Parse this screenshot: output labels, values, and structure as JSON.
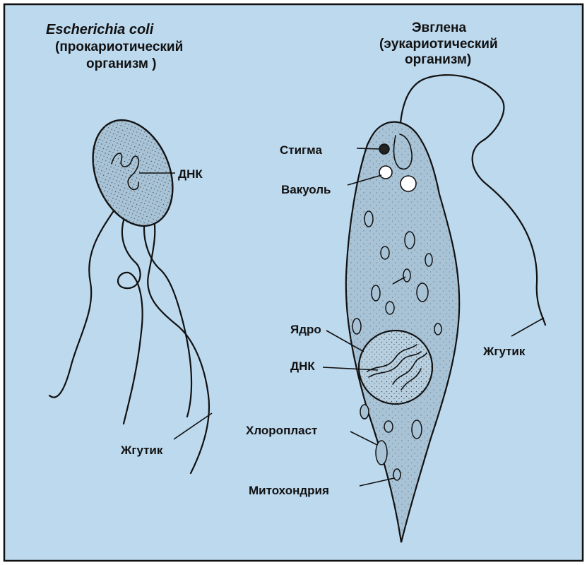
{
  "ecoli": {
    "title": "Escherichia coli",
    "subtitle_1": "(прокариотический",
    "subtitle_2": "организм )",
    "dna_label": "ДНК",
    "flagellum_label": "Жгутик"
  },
  "euglena": {
    "title": "Эвглена",
    "subtitle_1": "(эукариотический",
    "subtitle_2": "организм)",
    "stigma_label": "Стигма",
    "vacuole_label": "Вакуоль",
    "nucleus_label": "Ядро",
    "dna_label": "ДНК",
    "chloroplast_label": "Хлоропласт",
    "mitochondria_label": "Митохондрия",
    "flagellum_label": "Жгутик"
  },
  "colors": {
    "background": "#bdd9ee",
    "cell_fill": "#a9c3d6",
    "frame": "#111111"
  }
}
